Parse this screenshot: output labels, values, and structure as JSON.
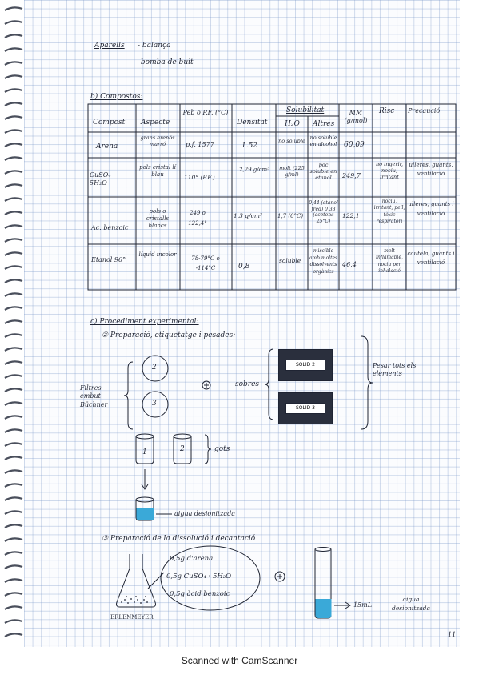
{
  "page_number": "11",
  "aparells": {
    "label": "Aparells",
    "items": [
      "- balança",
      "- bomba de buit"
    ]
  },
  "section_b": {
    "heading": "b) Compostos:"
  },
  "table": {
    "headers": [
      "Compost",
      "Aspecte",
      "Peb o P.F. (°C)",
      "Densitat",
      "Solubilitat",
      "MM (g/mol)",
      "Risc",
      "Precaució"
    ],
    "sub_headers": [
      "H₂O",
      "Altres"
    ],
    "rows": [
      {
        "compost": "Arena",
        "aspecte": "grans arenós marró",
        "peb": "p.f. 1577",
        "densitat": "1.52",
        "h2o": "no soluble",
        "altres": "no soluble en alcohol",
        "mm": "60,09",
        "risc": "",
        "precaucio": ""
      },
      {
        "compost": "CuSO₄ 5H₂O",
        "aspecte": "pols cristal·lí blau",
        "peb": "110° (P.F.)",
        "densitat": "2,29 g/cm³",
        "h2o": "molt (225 g/ml)",
        "altres": "poc soluble en etanol",
        "mm": "249,7",
        "risc": "no ingerir, nociu, irritant",
        "precaucio": "ulleres, guants, ventilació"
      },
      {
        "compost": "Ac. benzoic",
        "aspecte": "pols o cristalls blancs",
        "peb": "249 o 122,4°",
        "densitat": "1,3 g/cm³",
        "h2o": "1,7 (0°C)",
        "altres": "0,44 (etanol fred) 0,33 (acetona 25°C)",
        "mm": "122,1",
        "risc": "nociu, irritant, pell, tòxic respiratori",
        "precaucio": "ulleres, guants i ventilació"
      },
      {
        "compost": "Etanol 96°",
        "aspecte": "líquid incolor",
        "peb": "78-79°C o -114°C",
        "densitat": "0,8",
        "h2o": "soluble",
        "altres": "miscible amb moltes dissolvents orgànics",
        "mm": "46,4",
        "risc": "molt inflamable, nociu per inhalació",
        "precaucio": "cautela, guants i ventilació"
      }
    ]
  },
  "section_c": {
    "heading": "c) Procediment experimental:",
    "step2": "② Preparació, etiquetatge i pesades:",
    "filters_label": "Filtres embut Büchner",
    "circle_labels": [
      "2",
      "3"
    ],
    "plus": "+",
    "sobres_label": "sobres",
    "solid_labels": [
      "SOLID 2",
      "SOLID 3"
    ],
    "pesar_label": "Pesar tots els elements",
    "beaker_labels": [
      "1",
      "2"
    ],
    "gots_label": "gots",
    "water_label": "aigua desionitzada",
    "step3": "③ Preparació de la dissolució i decantació",
    "mix_items": [
      "0,5g d'arena",
      "0,5g CuSO₄ · 5H₂O",
      "0,5g àcid benzoic"
    ],
    "erlenmeyer_label": "ERLENMEYER",
    "volume_label": "15mL",
    "cylinder_water_label": "aigua desionitzada"
  },
  "footer": "Scanned with CamScanner",
  "colors": {
    "ink": "#1f2433",
    "water": "#3aa9d8",
    "grid": "#a9bedf"
  }
}
